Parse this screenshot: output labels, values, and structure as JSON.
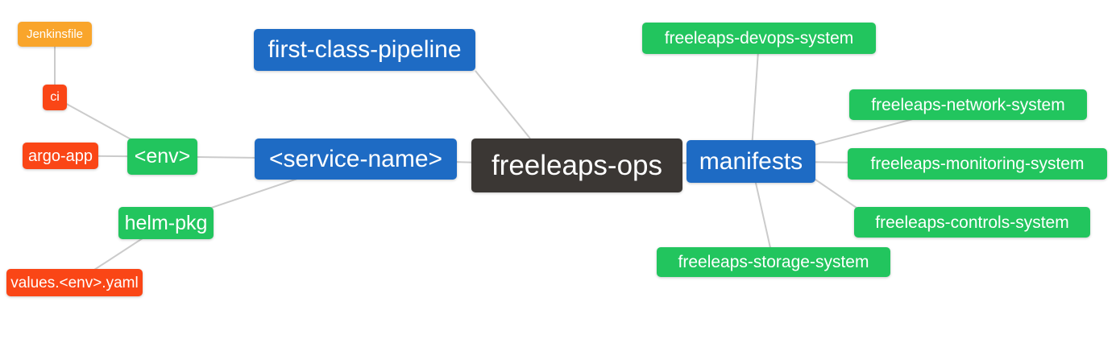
{
  "diagram": {
    "background": "#ffffff",
    "edge_color": "#cbcbcb",
    "palette": {
      "blue": "#1e6bc4",
      "green": "#22c55e",
      "red": "#fa4616",
      "orange": "#f9a52b",
      "dark": "#3b3734",
      "text": "#ffffff"
    },
    "nodes": [
      {
        "id": "jenkinsfile",
        "label": "Jenkinsfile",
        "role": "orange"
      },
      {
        "id": "ci",
        "label": "ci",
        "role": "red"
      },
      {
        "id": "argo-app",
        "label": "argo-app",
        "role": "red"
      },
      {
        "id": "env",
        "label": "<env>",
        "role": "green"
      },
      {
        "id": "helm-pkg",
        "label": "helm-pkg",
        "role": "green"
      },
      {
        "id": "values-env-yaml",
        "label": "values.<env>.yaml",
        "role": "red"
      },
      {
        "id": "first-class-pipeline",
        "label": "first-class-pipeline",
        "role": "blue"
      },
      {
        "id": "service-name",
        "label": "<service-name>",
        "role": "blue"
      },
      {
        "id": "freeleaps-ops",
        "label": "freeleaps-ops",
        "role": "dark"
      },
      {
        "id": "manifests",
        "label": "manifests",
        "role": "blue"
      },
      {
        "id": "freeleaps-devops-system",
        "label": "freeleaps-devops-system",
        "role": "green"
      },
      {
        "id": "freeleaps-network-system",
        "label": "freeleaps-network-system",
        "role": "green"
      },
      {
        "id": "freeleaps-monitoring-system",
        "label": "freeleaps-monitoring-system",
        "role": "green"
      },
      {
        "id": "freeleaps-controls-system",
        "label": "freeleaps-controls-system",
        "role": "green"
      },
      {
        "id": "freeleaps-storage-system",
        "label": "freeleaps-storage-system",
        "role": "green"
      }
    ],
    "edges": [
      {
        "from": "jenkinsfile",
        "to": "ci"
      },
      {
        "from": "ci",
        "to": "env"
      },
      {
        "from": "argo-app",
        "to": "env"
      },
      {
        "from": "env",
        "to": "service-name"
      },
      {
        "from": "helm-pkg",
        "to": "service-name"
      },
      {
        "from": "values-env-yaml",
        "to": "helm-pkg"
      },
      {
        "from": "first-class-pipeline",
        "to": "freeleaps-ops"
      },
      {
        "from": "service-name",
        "to": "freeleaps-ops"
      },
      {
        "from": "freeleaps-ops",
        "to": "manifests"
      },
      {
        "from": "manifests",
        "to": "freeleaps-devops-system"
      },
      {
        "from": "manifests",
        "to": "freeleaps-network-system"
      },
      {
        "from": "manifests",
        "to": "freeleaps-monitoring-system"
      },
      {
        "from": "manifests",
        "to": "freeleaps-controls-system"
      },
      {
        "from": "manifests",
        "to": "freeleaps-storage-system"
      }
    ]
  }
}
